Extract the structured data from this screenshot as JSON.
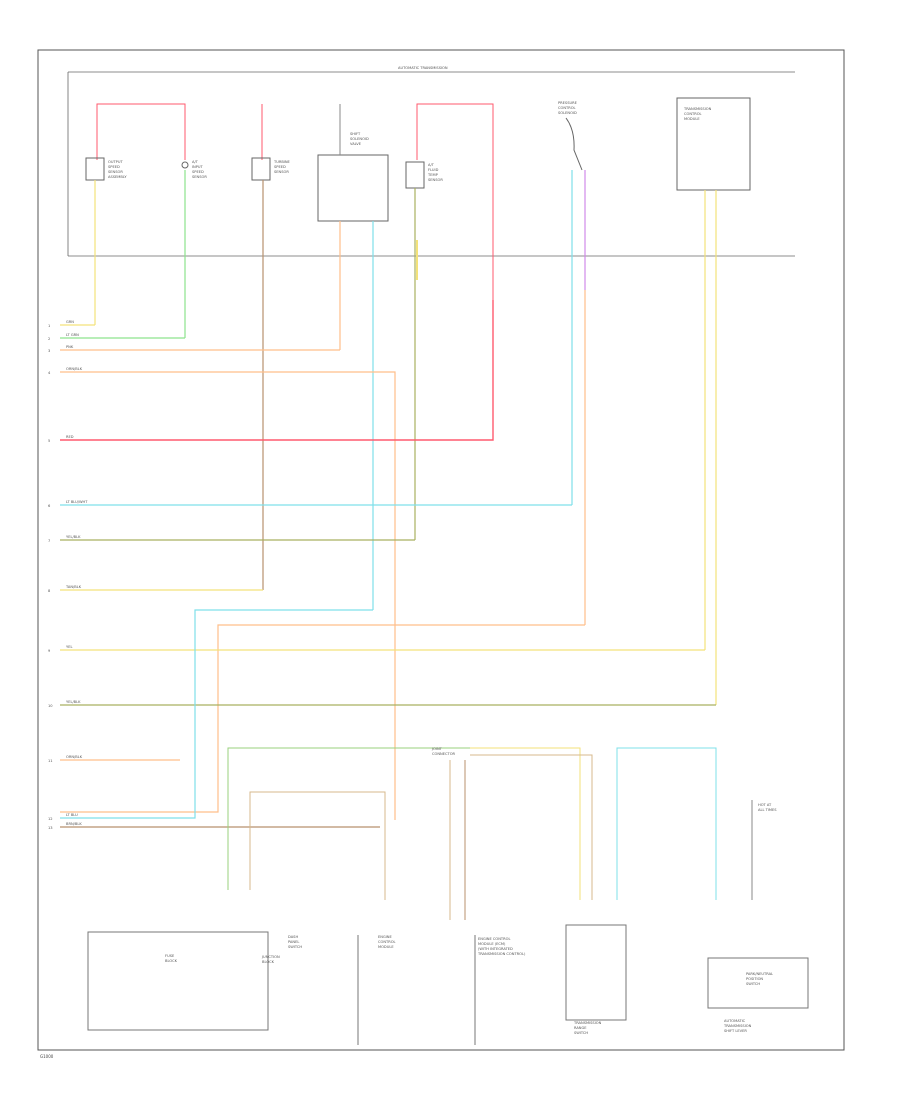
{
  "header": {
    "title": "AUTOMATIC TRANSMISSION"
  },
  "footer": {
    "code": "G1000"
  },
  "palette": {
    "red": "#ff5a6e",
    "pink": "#ff8fc8",
    "yellow": "#f3e27a",
    "tan": "#d7b98c",
    "brown": "#b8916e",
    "lightgreen": "#8de38d",
    "green": "#9ad27e",
    "cyan": "#7fe0ea",
    "orange": "#ffbf8a",
    "olive": "#a9b060",
    "magenta": "#d08ae8",
    "gray": "#8a8a8a",
    "dark": "#555555"
  },
  "components": {
    "sensor1": [
      "OUTPUT",
      "SPEED",
      "SENSOR",
      "ASSEMBLY"
    ],
    "sensor2": [
      "A/T",
      "INPUT",
      "SPEED",
      "SENSOR"
    ],
    "sensor3": [
      "TURBINE",
      "SPEED",
      "SENSOR"
    ],
    "sensor4": [
      "SHIFT",
      "SOLENOID",
      "VALVE"
    ],
    "sensor5": [
      "A/T",
      "FLUID",
      "TEMP",
      "SENSOR"
    ],
    "pressure": [
      "PRESSURE",
      "CONTROL",
      "SOLENOID"
    ],
    "tcm": [
      "TRANSMISSION",
      "CONTROL",
      "MODULE"
    ],
    "joint": [
      "JOINT",
      "CONNECTOR"
    ],
    "fuse": [
      "FUSE",
      "BLOCK"
    ],
    "jb": [
      "JUNCTION",
      "BLOCK"
    ],
    "ecm": [
      "ENGINE",
      "CONTROL",
      "MODULE"
    ],
    "ecm_desc": [
      "ENGINE CONTROL",
      "MODULE (ECM)",
      "(WITH INTEGRATED",
      "TRANSMISSION CONTROL)"
    ],
    "dash": [
      "DASH",
      "PANEL",
      "SWITCH"
    ],
    "range": [
      "TRANSMISSION",
      "RANGE",
      "SWITCH"
    ],
    "hot": [
      "HOT AT",
      "ALL TIMES"
    ],
    "park": [
      "PARK/NEUTRAL",
      "POSITION",
      "SWITCH"
    ],
    "bottom_auto": [
      "AUTOMATIC",
      "TRANSMISSION",
      "SHIFT LEVER"
    ]
  },
  "wire_labels": {
    "w1": "GRN",
    "w2": "LT GRN",
    "w3": "PNK",
    "w4": "ORN/BLK",
    "w5": "RED",
    "w6": "LT BLU/WHT",
    "w7": "YEL/BLK",
    "w8": "TAN/BLK",
    "w9": "YEL",
    "w10": "YEL/BLK",
    "w11": "ORN/BLK",
    "w12": "LT BLU",
    "w13": "BRN/BLK"
  },
  "pins": {
    "left": [
      "1",
      "2",
      "3",
      "4",
      "5",
      "6",
      "7",
      "8",
      "9",
      "10",
      "11",
      "12",
      "13"
    ]
  }
}
